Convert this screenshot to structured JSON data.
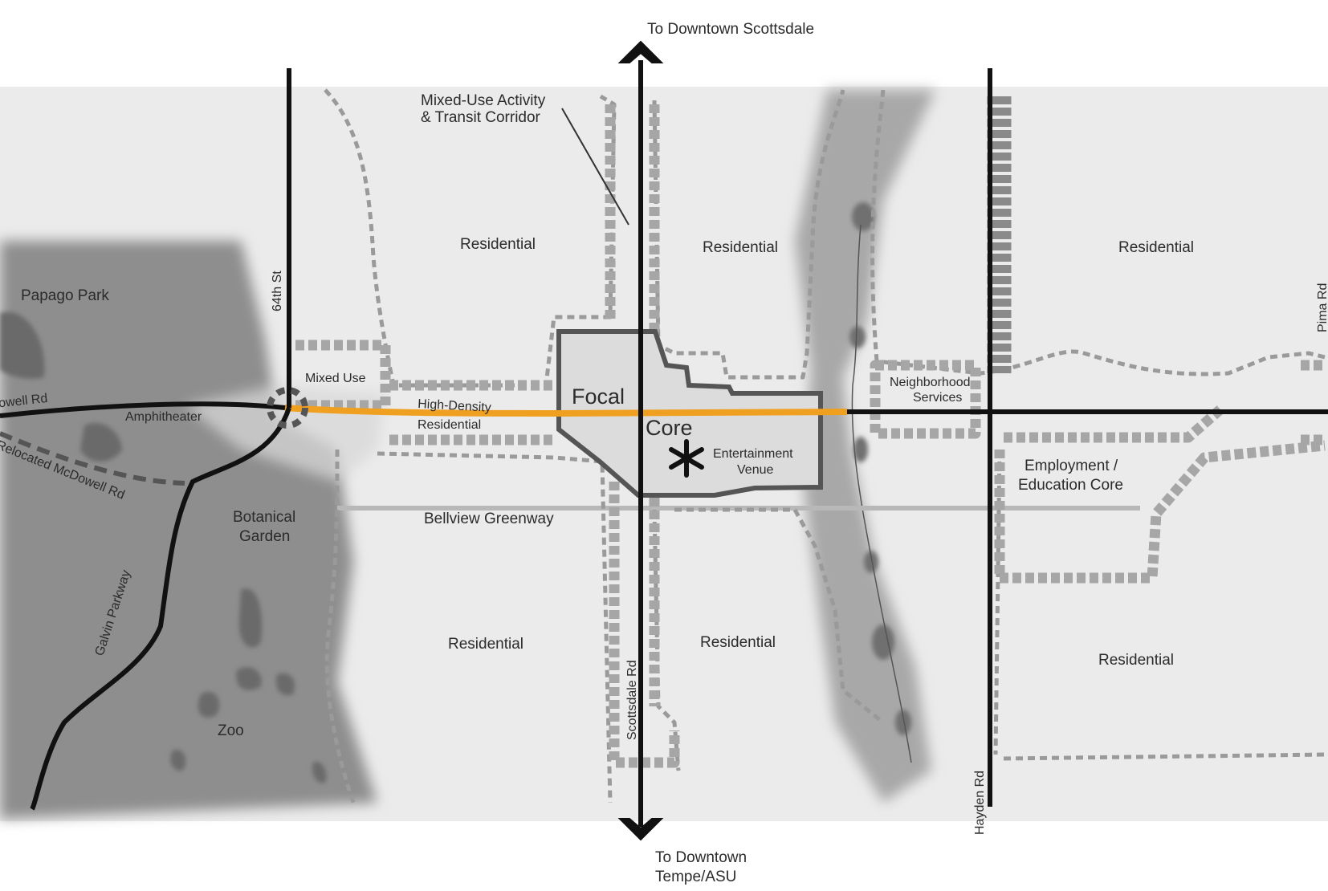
{
  "map": {
    "labels": {
      "to_north": "To Downtown Scottsdale",
      "to_south_line1": "To Downtown",
      "to_south_line2": "Tempe/ASU",
      "corridor_line1": "Mixed-Use Activity",
      "corridor_line2": "& Transit Corridor",
      "papago_park": "Papago Park",
      "mcdowell_rd": "owell Rd",
      "amphitheater": "Amphitheater",
      "relocated_mcdowell": "Relocated McDowell Rd",
      "galvin_parkway": "Galvin Parkway",
      "botanical_line1": "Botanical",
      "botanical_line2": "Garden",
      "zoo": "Zoo",
      "st_64th": "64th St",
      "mixed_use": "Mixed Use",
      "hd_line1": "High-Density",
      "hd_line2": "Residential",
      "focal": "Focal",
      "core": "Core",
      "venue_line1": "Entertainment",
      "venue_line2": "Venue",
      "bellview": "Bellview Greenway",
      "scottsdale_rd": "Scottsdale Rd",
      "hayden_rd": "Hayden Rd",
      "pima_rd": "Pima Rd",
      "neighborhood_line1": "Neighborhood",
      "neighborhood_line2": "Services",
      "employment_line1": "Employment /",
      "employment_line2": "Education Core",
      "residential": "Residential"
    },
    "colors": {
      "corridor_highlight": "#f0a020",
      "park_fill": "#8e8e8e",
      "greenway_fill": "#b8b8b8",
      "block_fill": "#f2f2f2",
      "road": "#111111"
    }
  }
}
